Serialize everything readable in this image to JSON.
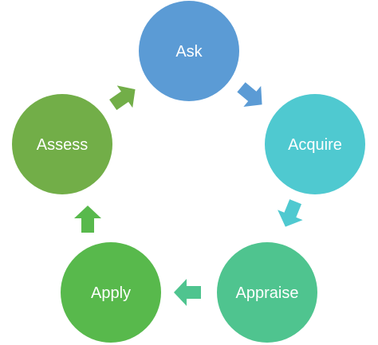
{
  "diagram": {
    "type": "cycle",
    "stages": [
      {
        "id": "ask",
        "label": "Ask",
        "color": "#5B9BD5"
      },
      {
        "id": "acquire",
        "label": "Acquire",
        "color": "#4FC9D0"
      },
      {
        "id": "appraise",
        "label": "Appraise",
        "color": "#4FC48F"
      },
      {
        "id": "apply",
        "label": "Apply",
        "color": "#58B94C"
      },
      {
        "id": "assess",
        "label": "Assess",
        "color": "#72AE48"
      }
    ],
    "arrows": [
      {
        "from": "ask",
        "to": "acquire",
        "color": "#5B9BD5"
      },
      {
        "from": "acquire",
        "to": "appraise",
        "color": "#4FC9D0"
      },
      {
        "from": "appraise",
        "to": "apply",
        "color": "#4FC48F"
      },
      {
        "from": "apply",
        "to": "assess",
        "color": "#58B94C"
      },
      {
        "from": "assess",
        "to": "ask",
        "color": "#72AE48"
      }
    ]
  }
}
